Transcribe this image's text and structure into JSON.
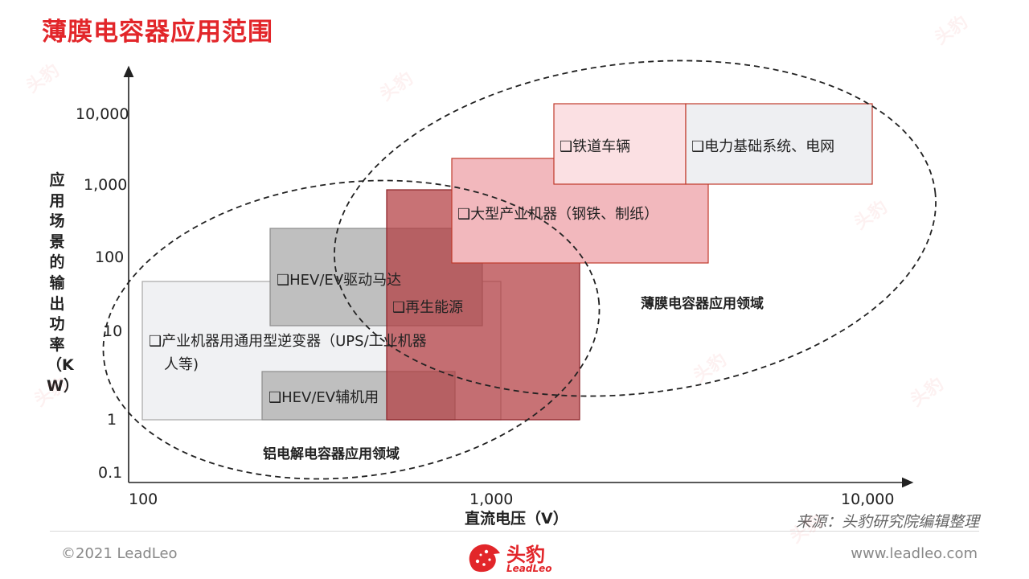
{
  "page": {
    "title": "薄膜电容器应用范围",
    "source": "来源：头豹研究院编辑整理",
    "copyright": "©2021 LeadLeo",
    "website": "www.leadleo.com",
    "brand_name": "头豹",
    "brand_en": "LeadLeo"
  },
  "axes": {
    "y_label": "应用场景的输出功率（KW）",
    "x_label": "直流电压（V）",
    "y_ticks": [
      "10,000",
      "1,000",
      "100",
      "10",
      "1",
      "0.1"
    ],
    "x_ticks": [
      "100",
      "1,000",
      "10,000"
    ]
  },
  "boxes": [
    {
      "label": "❑产业机器用通用型逆变器（UPS/工业机器",
      "label2": "人等)",
      "fill": "#f0f1f3",
      "stroke": "#a6a6a6",
      "opacity": 1
    },
    {
      "label": "❑HEV/EV驱动马达",
      "label2": "",
      "fill": "#bfbfbf",
      "stroke": "#8c8c8c",
      "opacity": 1
    },
    {
      "label": "❑HEV/EV辅机用",
      "label2": "",
      "fill": "#bfbfbf",
      "stroke": "#8c8c8c",
      "opacity": 1
    },
    {
      "label": "❑再生能源",
      "label2": "",
      "fill": "#b33b40",
      "stroke": "#8a1f24",
      "opacity": 0.72
    },
    {
      "label": "❑大型产业机器（钢铁、制纸）",
      "label2": "",
      "fill": "#f2b8bd",
      "stroke": "#c0392b",
      "opacity": 1
    },
    {
      "label": "❑铁道车辆",
      "label2": "",
      "fill": "#fbe0e3",
      "stroke": "#c0392b",
      "opacity": 1
    },
    {
      "label": "❑电力基础系统、电网",
      "label2": "",
      "fill": "#eeeff2",
      "stroke": "#c0392b",
      "opacity": 1
    }
  ],
  "regions": [
    {
      "label": "薄膜电容器应用领域"
    },
    {
      "label": "铝电解电容器应用领域"
    }
  ],
  "watermark_text": "头豹"
}
